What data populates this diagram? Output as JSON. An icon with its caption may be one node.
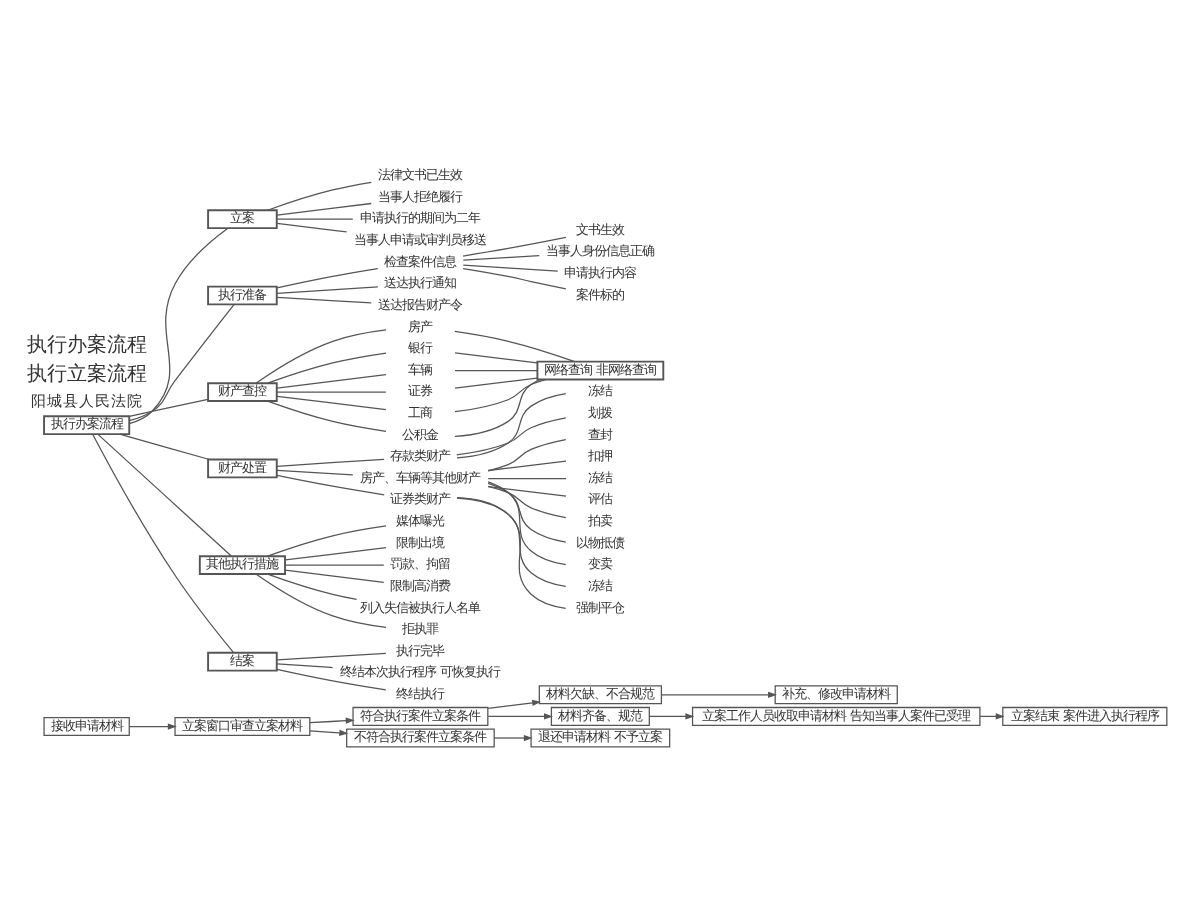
{
  "diagram": {
    "nodes": [
      {
        "text": [
          "接收申请材料"
        ]
      },
      {
        "text": [
          "立案窗口审查立案材料"
        ]
      },
      {
        "text": [
          "符合执行案件立案条件"
        ]
      },
      {
        "text": [
          "不符合执行案件立案条件"
        ]
      },
      {
        "text": [
          "材料欠缺、不合规范"
        ]
      },
      {
        "text": [
          "材料齐备、规范"
        ]
      },
      {
        "text": [
          "退还申请材料 不予立案"
        ]
      },
      {
        "text": [
          "补充、修改申请材料"
        ]
      },
      {
        "text": [
          "立案工作人员收取申请材料 告知当事人案件已受理"
        ]
      },
      {
        "text": [
          "立案结束 案件进入执行程序"
        ]
      },
      {
        "text": [
          "执行办案流程"
        ]
      },
      {
        "text": [
          "立案"
        ]
      },
      {
        "text": [
          "法律文书已生效"
        ]
      },
      {
        "text": [
          "当事人拒绝履行"
        ]
      },
      {
        "text": [
          "申请执行的期间为二年"
        ]
      },
      {
        "text": [
          "当事人申请或审判员移送"
        ]
      },
      {
        "text": [
          "执行准备"
        ]
      },
      {
        "text": [
          "检查案件信息"
        ]
      },
      {
        "text": [
          "文书生效"
        ]
      },
      {
        "text": [
          "当事人身份信息正确"
        ]
      },
      {
        "text": [
          "申请执行内容"
        ]
      },
      {
        "text": [
          "案件标的"
        ]
      },
      {
        "text": [
          "送达执行通知"
        ]
      },
      {
        "text": [
          "送达报告财产令"
        ]
      },
      {
        "text": [
          "财产查控"
        ]
      },
      {
        "text": [
          "房产"
        ]
      },
      {
        "text": [
          "银行"
        ]
      },
      {
        "text": [
          "车辆"
        ]
      },
      {
        "text": [
          "证券"
        ]
      },
      {
        "text": [
          "工商"
        ]
      },
      {
        "text": [
          "公积金"
        ]
      },
      {
        "text": [
          "网络查询 非网络查询"
        ]
      },
      {
        "text": [
          "财产处置"
        ]
      },
      {
        "text": [
          "存款类财产"
        ]
      },
      {
        "text": [
          "冻结"
        ]
      },
      {
        "text": [
          "划拨"
        ]
      },
      {
        "text": [
          "房产、车辆等其他财产"
        ]
      },
      {
        "text": [
          "查封"
        ]
      },
      {
        "text": [
          "扣押"
        ]
      },
      {
        "text": [
          "冻结"
        ]
      },
      {
        "text": [
          "评估"
        ]
      },
      {
        "text": [
          "拍卖"
        ]
      },
      {
        "text": [
          "以物抵债"
        ]
      },
      {
        "text": [
          "变卖"
        ]
      },
      {
        "text": [
          "证券类财产"
        ]
      },
      {
        "text": [
          "冻结"
        ]
      },
      {
        "text": [
          "强制平仓"
        ]
      },
      {
        "text": [
          "其他执行措施"
        ]
      },
      {
        "text": [
          "媒体曝光"
        ]
      },
      {
        "text": [
          "限制出境"
        ]
      },
      {
        "text": [
          "罚款、拘留"
        ]
      },
      {
        "text": [
          "限制高消费"
        ]
      },
      {
        "text": [
          "列入失信被执行人名单"
        ]
      },
      {
        "text": [
          "拒执罪"
        ]
      },
      {
        "text": [
          "结案"
        ]
      },
      {
        "text": [
          "执行完毕"
        ]
      },
      {
        "text": [
          "终结本次执行程序 可恢复执行"
        ]
      },
      {
        "text": [
          "终结执行"
        ]
      }
    ],
    "edges": [
      {
        "from": 0,
        "to": 1,
        "arrow": "to"
      },
      {
        "from": 1,
        "to": 2,
        "arrow": "to"
      },
      {
        "from": 1,
        "to": 3,
        "arrow": "to"
      },
      {
        "from": 2,
        "to": 4,
        "arrow": "to"
      },
      {
        "from": 2,
        "to": 5,
        "arrow": "to"
      },
      {
        "from": 3,
        "to": 6,
        "arrow": "to"
      },
      {
        "from": 4,
        "to": 7,
        "arrow": "to"
      },
      {
        "from": 5,
        "to": 8,
        "arrow": "to"
      },
      {
        "from": 8,
        "to": 9,
        "arrow": "to"
      },
      {
        "from": 10,
        "to": 11,
        "arrow": "none"
      },
      {
        "from": 11,
        "to": 12,
        "arrow": "none"
      },
      {
        "from": 11,
        "to": 13,
        "arrow": "none"
      },
      {
        "from": 11,
        "to": 14,
        "arrow": "none"
      },
      {
        "from": 11,
        "to": 15,
        "arrow": "none"
      },
      {
        "from": 10,
        "to": 16,
        "arrow": "none"
      },
      {
        "from": 16,
        "to": 17,
        "arrow": "none"
      },
      {
        "from": 17,
        "to": 18,
        "arrow": "none"
      },
      {
        "from": 17,
        "to": 19,
        "arrow": "none"
      },
      {
        "from": 17,
        "to": 20,
        "arrow": "none"
      },
      {
        "from": 17,
        "to": 21,
        "arrow": "none"
      },
      {
        "from": 16,
        "to": 22,
        "arrow": "none"
      },
      {
        "from": 16,
        "to": 23,
        "arrow": "none"
      },
      {
        "from": 10,
        "to": 24,
        "arrow": "none"
      },
      {
        "from": 24,
        "to": 25,
        "arrow": "none"
      },
      {
        "from": 24,
        "to": 26,
        "arrow": "none"
      },
      {
        "from": 24,
        "to": 27,
        "arrow": "none"
      },
      {
        "from": 24,
        "to": 28,
        "arrow": "none"
      },
      {
        "from": 24,
        "to": 29,
        "arrow": "none"
      },
      {
        "from": 24,
        "to": 30,
        "arrow": "none"
      },
      {
        "from": 25,
        "to": 31,
        "arrow": "none"
      },
      {
        "from": 26,
        "to": 31,
        "arrow": "none"
      },
      {
        "from": 27,
        "to": 31,
        "arrow": "none"
      },
      {
        "from": 28,
        "to": 31,
        "arrow": "none"
      },
      {
        "from": 29,
        "to": 31,
        "arrow": "none"
      },
      {
        "from": 30,
        "to": 31,
        "arrow": "none"
      },
      {
        "from": 10,
        "to": 32,
        "arrow": "none"
      },
      {
        "from": 32,
        "to": 33,
        "arrow": "none"
      },
      {
        "from": 33,
        "to": 34,
        "arrow": "none"
      },
      {
        "from": 33,
        "to": 35,
        "arrow": "none"
      },
      {
        "from": 32,
        "to": 36,
        "arrow": "none"
      },
      {
        "from": 36,
        "to": 37,
        "arrow": "none"
      },
      {
        "from": 36,
        "to": 38,
        "arrow": "none"
      },
      {
        "from": 36,
        "to": 39,
        "arrow": "none"
      },
      {
        "from": 36,
        "to": 40,
        "arrow": "none"
      },
      {
        "from": 36,
        "to": 41,
        "arrow": "none"
      },
      {
        "from": 36,
        "to": 42,
        "arrow": "none"
      },
      {
        "from": 36,
        "to": 43,
        "arrow": "none"
      },
      {
        "from": 32,
        "to": 44,
        "arrow": "none"
      },
      {
        "from": 44,
        "to": 45,
        "arrow": "none"
      },
      {
        "from": 44,
        "to": 46,
        "arrow": "none"
      },
      {
        "from": 10,
        "to": 47,
        "arrow": "none"
      },
      {
        "from": 47,
        "to": 48,
        "arrow": "none"
      },
      {
        "from": 47,
        "to": 49,
        "arrow": "none"
      },
      {
        "from": 47,
        "to": 50,
        "arrow": "none"
      },
      {
        "from": 47,
        "to": 51,
        "arrow": "none"
      },
      {
        "from": 47,
        "to": 52,
        "arrow": "none"
      },
      {
        "from": 47,
        "to": 53,
        "arrow": "none"
      },
      {
        "from": 10,
        "to": 54,
        "arrow": "none"
      },
      {
        "from": 54,
        "to": 55,
        "arrow": "none"
      },
      {
        "from": 54,
        "to": 56,
        "arrow": "none"
      },
      {
        "from": 54,
        "to": 57,
        "arrow": "none"
      }
    ],
    "labels": [
      "阳城县人民法院",
      "执行立案流程",
      "执行办案流程"
    ]
  }
}
